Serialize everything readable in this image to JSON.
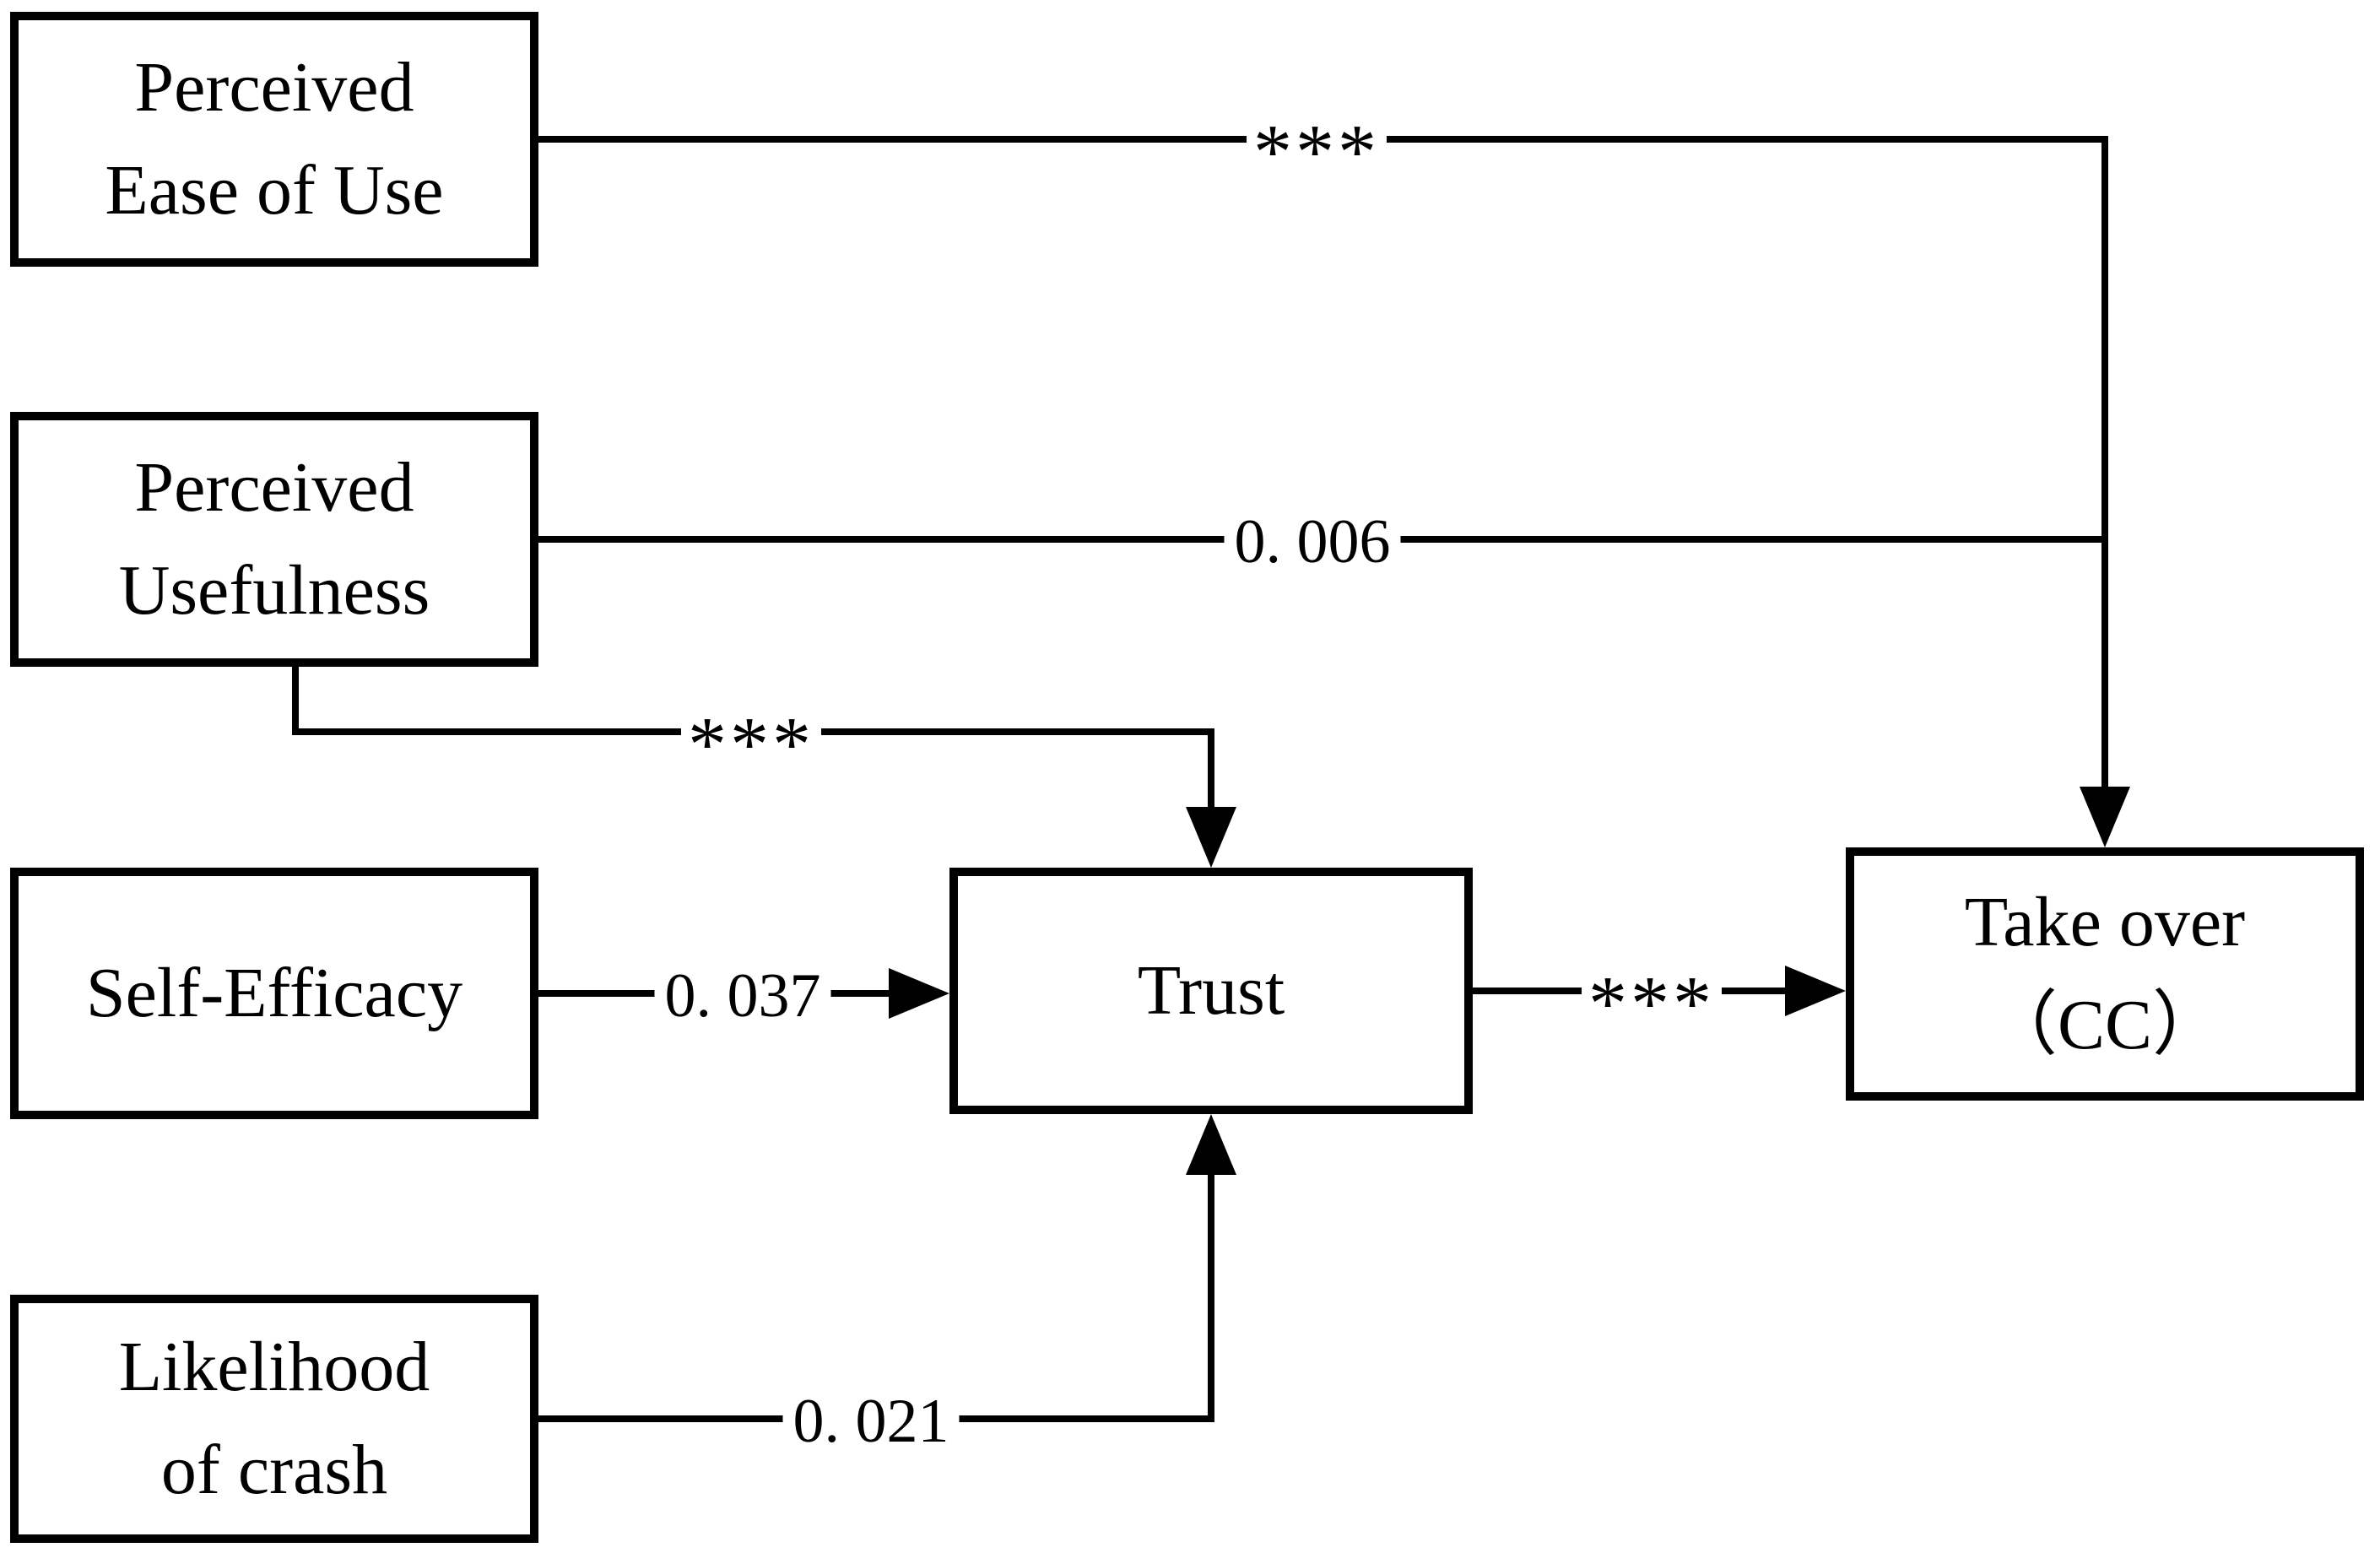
{
  "diagram": {
    "type": "path-model",
    "background_color": "#ffffff",
    "line_color": "#000000",
    "text_color": "#000000",
    "nodes": {
      "peu": {
        "line1": "Perceived",
        "line2": "Ease of Use"
      },
      "pu": {
        "line1": "Perceived",
        "line2": "Usefulness"
      },
      "se": {
        "line1": "Self-Efficacy"
      },
      "lc": {
        "line1": "Likelihood",
        "line2": "of crash"
      },
      "trust": {
        "line1": "Trust"
      },
      "takeover": {
        "line1": "Take over",
        "line2": "（CC）"
      }
    },
    "edges": {
      "peu_to_takeover": {
        "from": "Perceived Ease of Use",
        "to": "Take over (CC)",
        "label": "***"
      },
      "pu_to_takeover": {
        "from": "Perceived Usefulness",
        "to": "Take over (CC)",
        "label": "0. 006"
      },
      "pu_to_trust": {
        "from": "Perceived Usefulness",
        "to": "Trust",
        "label": "***"
      },
      "se_to_trust": {
        "from": "Self-Efficacy",
        "to": "Trust",
        "label": "0. 037"
      },
      "trust_to_takeover": {
        "from": "Trust",
        "to": "Take over (CC)",
        "label": "***"
      },
      "lc_to_trust": {
        "from": "Likelihood of crash",
        "to": "Trust",
        "label": "0. 021"
      }
    }
  }
}
